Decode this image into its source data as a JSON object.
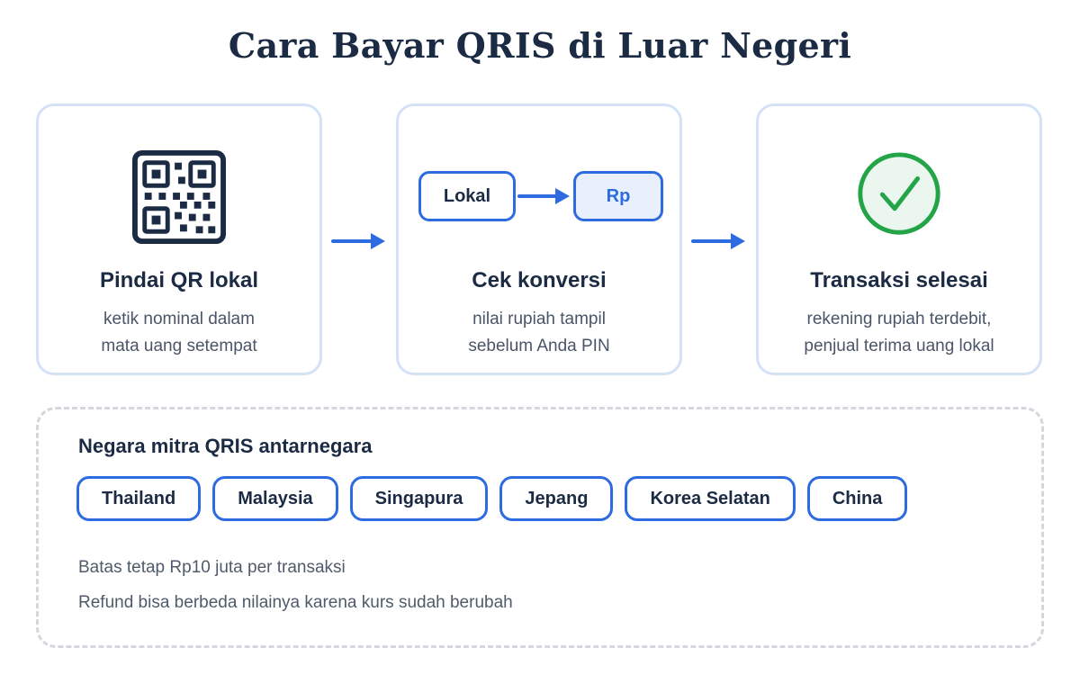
{
  "title": "Cara Bayar QRIS di Luar Negeri",
  "steps": [
    {
      "icon": "qr-code-icon",
      "title": "Pindai QR lokal",
      "desc": [
        "ketik nominal dalam",
        "mata uang setempat"
      ]
    },
    {
      "icon": "currency-conversion-icon",
      "conversion": {
        "from": "Lokal",
        "to": "Rp"
      },
      "title": "Cek konversi",
      "desc": [
        "nilai rupiah tampil",
        "sebelum Anda PIN"
      ]
    },
    {
      "icon": "check-circle-icon",
      "title": "Transaksi selesai",
      "desc": [
        "rekening rupiah terdebit,",
        "penjual terima uang lokal"
      ]
    }
  ],
  "partners": {
    "title": "Negara mitra QRIS antarnegara",
    "countries": [
      "Thailand",
      "Malaysia",
      "Singapura",
      "Jepang",
      "Korea Selatan",
      "China"
    ],
    "notes": [
      "Batas tetap Rp10 juta per transaksi",
      "Refund bisa berbeda nilainya karena kurs sudah berubah"
    ]
  },
  "colors": {
    "accent": "#2e6ae0",
    "heading": "#1c2b44",
    "success": "#22a447",
    "success_fill": "#eaf6ee",
    "card_border": "#d5e2f6"
  }
}
